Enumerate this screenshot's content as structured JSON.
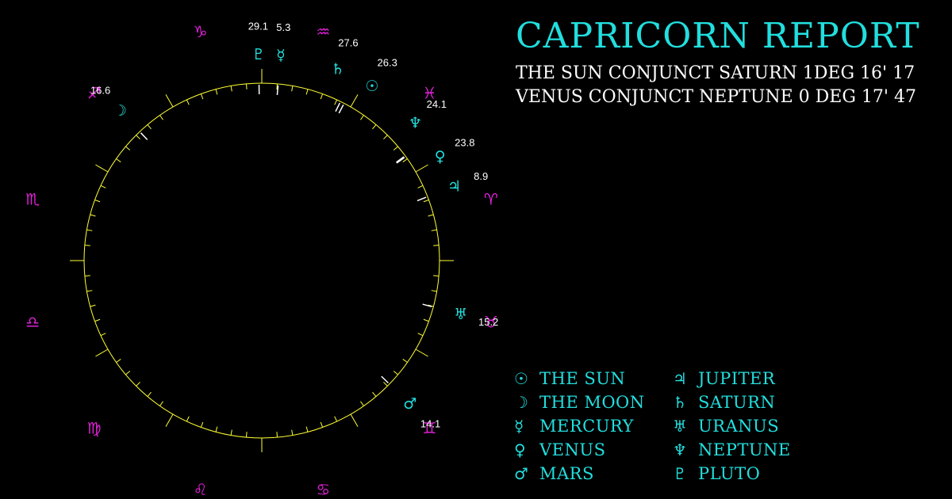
{
  "header": {
    "title": "CAPRICORN REPORT",
    "line1": "THE SUN CONJUNCT SATURN 1DEG 16' 17",
    "line2": "VENUS CONJUNCT NEPTUNE 0 DEG 17' 47"
  },
  "colors": {
    "background": "#000000",
    "ring": "#ffff33",
    "planet": "#22dede",
    "zodiac": "#e020d8",
    "degree_text": "#ffffff"
  },
  "zodiac": [
    {
      "name": "capricorn",
      "glyph": "♑"
    },
    {
      "name": "sagittarius",
      "glyph": "♐"
    },
    {
      "name": "scorpio",
      "glyph": "♏"
    },
    {
      "name": "libra",
      "glyph": "♎"
    },
    {
      "name": "virgo",
      "glyph": "♍"
    },
    {
      "name": "leo",
      "glyph": "♌"
    },
    {
      "name": "cancer",
      "glyph": "♋"
    },
    {
      "name": "gemini",
      "glyph": "♊"
    },
    {
      "name": "taurus",
      "glyph": "♉"
    },
    {
      "name": "aries",
      "glyph": "♈"
    },
    {
      "name": "pisces",
      "glyph": "♓"
    },
    {
      "name": "aquarius",
      "glyph": "♒"
    }
  ],
  "planets": [
    {
      "name": "pluto",
      "glyph": "♇",
      "sign": "capricorn",
      "degree": 29.1,
      "degree_label": "29.1"
    },
    {
      "name": "moon",
      "glyph": "☽",
      "sign": "sagittarius",
      "degree": 16.6,
      "degree_label": "16.6"
    },
    {
      "name": "mercury",
      "glyph": "☿",
      "sign": "aquarius",
      "degree": 5.3,
      "degree_label": "5.3"
    },
    {
      "name": "sun",
      "glyph": "☉",
      "sign": "aquarius",
      "degree": 26.3,
      "degree_label": "26.3"
    },
    {
      "name": "saturn",
      "glyph": "♄",
      "sign": "aquarius",
      "degree": 27.6,
      "degree_label": "27.6"
    },
    {
      "name": "venus",
      "glyph": "♀",
      "sign": "pisces",
      "degree": 23.8,
      "degree_label": "23.8"
    },
    {
      "name": "neptune",
      "glyph": "♆",
      "sign": "pisces",
      "degree": 24.1,
      "degree_label": "24.1"
    },
    {
      "name": "jupiter",
      "glyph": "♃",
      "sign": "aries",
      "degree": 8.9,
      "degree_label": "8.9"
    },
    {
      "name": "uranus",
      "glyph": "♅",
      "sign": "taurus",
      "degree": 15.2,
      "degree_label": "15.2"
    },
    {
      "name": "mars",
      "glyph": "♂",
      "sign": "gemini",
      "degree": 14.1,
      "degree_label": "14.1"
    }
  ],
  "legend": {
    "col1": [
      {
        "glyph": "☉",
        "label": "THE SUN"
      },
      {
        "glyph": "☽",
        "label": "THE MOON"
      },
      {
        "glyph": "☿",
        "label": "MERCURY"
      },
      {
        "glyph": "♀",
        "label": "VENUS"
      },
      {
        "glyph": "♂",
        "label": "MARS"
      }
    ],
    "col2": [
      {
        "glyph": "♃",
        "label": "JUPITER"
      },
      {
        "glyph": "♄",
        "label": "SATURN"
      },
      {
        "glyph": "♅",
        "label": "URANUS"
      },
      {
        "glyph": "♆",
        "label": "NEPTUNE"
      },
      {
        "glyph": "♇",
        "label": "PLUTO"
      }
    ]
  }
}
